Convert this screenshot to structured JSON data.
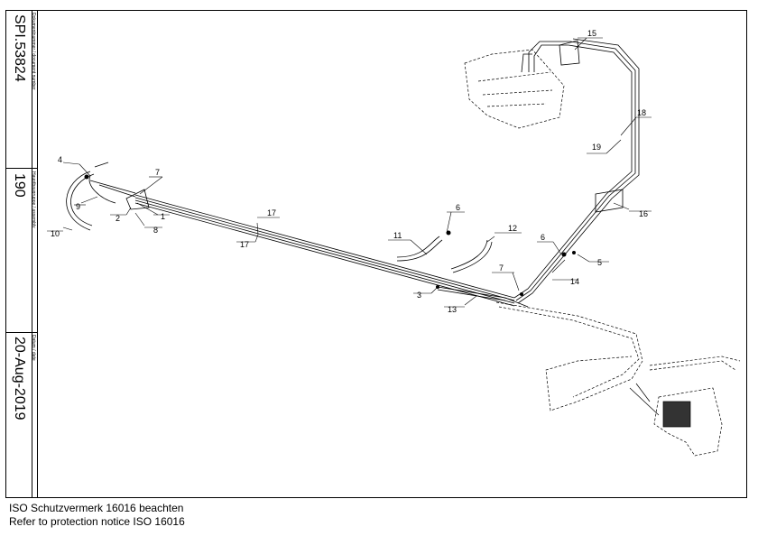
{
  "title_block": {
    "doc_number_caption": "Dokumentnummer / document number",
    "doc_number": "SPI.53824",
    "assembly_caption": "Hauptbaugruppe / assembly",
    "assembly": "190",
    "date_caption": "Datum / date",
    "date": "20-Aug-2019"
  },
  "footer": {
    "line1": "ISO Schutzvermerk 16016 beachten",
    "line2": "Refer to protection notice ISO 16016"
  },
  "callouts": [
    "1",
    "2",
    "3",
    "4",
    "5",
    "6",
    "6",
    "7",
    "7",
    "8",
    "9",
    "10",
    "11",
    "12",
    "13",
    "14",
    "15",
    "16",
    "17",
    "17",
    "18",
    "19"
  ]
}
